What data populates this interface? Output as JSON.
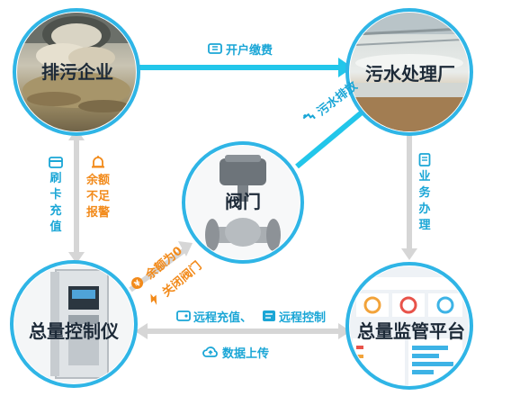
{
  "nodes": {
    "enterprise": "排污企业",
    "plant": "污水处理厂",
    "valve": "阀门",
    "controller": "总量控制仪",
    "platform": "总量监管平台"
  },
  "edges": {
    "open_account": "开户缴费",
    "discharge": "污水排放",
    "card_topup": "刷卡充值",
    "low_balance": "余额不足报警",
    "business": "业务办理",
    "balance_zero": "余额为0",
    "close_valve": "关闭阀门",
    "remote_topup": "远程充值、",
    "remote_control": "远程控制",
    "data_upload": "数据上传"
  },
  "colors": {
    "cyan_arrow": "#22c6ea",
    "gray_arrow": "#d6d6d6",
    "circle_border": "#2fb5e6",
    "cyan_text": "#1aa6d6",
    "orange_text": "#f28a1a"
  }
}
